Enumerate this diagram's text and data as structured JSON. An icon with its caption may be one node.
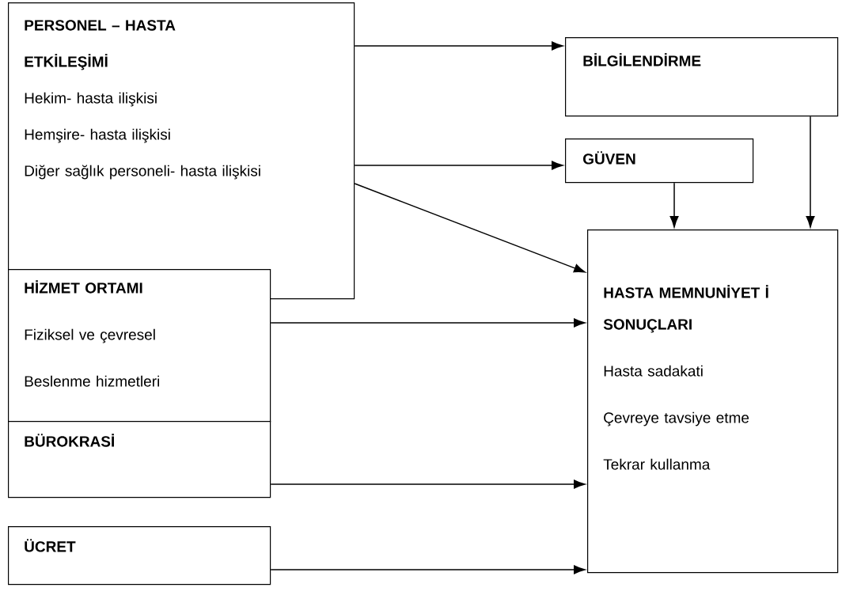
{
  "diagram": {
    "nodes": [
      {
        "text": [
          "PERSONEL – HASTA ETKİLEŞİMİ",
          "Hekim- hasta ilişkisi",
          "Hemşire- hasta ilişkisi",
          "Diğer sağlık personeli- hasta ilişkisi"
        ]
      },
      {
        "text": [
          "BİLGİLENDİRME"
        ]
      },
      {
        "text": [
          "GÜVEN"
        ]
      },
      {
        "text": [
          "HASTA MEMNUNİYET İ SONUÇLARI",
          "Hasta sadakati",
          "Çevreye tavsiye etme",
          "Tekrar kullanma"
        ]
      },
      {
        "text": [
          "HİZMET ORTAMI",
          "Fiziksel ve çevresel",
          "Beslenme hizmetleri"
        ]
      },
      {
        "text": [
          "BÜROKRASİ"
        ]
      },
      {
        "text": [
          "ÜCRET"
        ]
      }
    ],
    "edges": [
      {
        "from": 0,
        "to": 1,
        "arrow": "to"
      },
      {
        "from": 0,
        "to": 2,
        "arrow": "to"
      },
      {
        "from": 0,
        "to": 3,
        "arrow": "to"
      },
      {
        "from": 2,
        "to": 3,
        "arrow": "to"
      },
      {
        "from": 1,
        "to": 3,
        "arrow": "to"
      },
      {
        "from": 4,
        "to": 3,
        "arrow": "to"
      },
      {
        "from": 5,
        "to": 3,
        "arrow": "to"
      },
      {
        "from": 6,
        "to": 3,
        "arrow": "to"
      }
    ]
  }
}
